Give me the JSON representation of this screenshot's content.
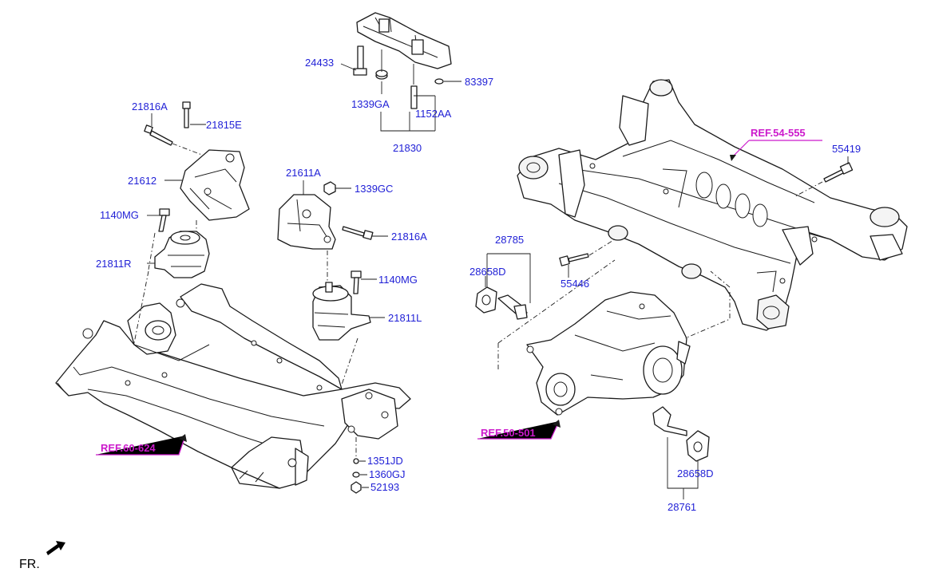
{
  "labels": {
    "p24433": "24433",
    "p1339ga": "1339GA",
    "p83397": "83397",
    "p1152aa": "1152AA",
    "p21830": "21830",
    "p21816a_top": "21816A",
    "p21815e": "21815E",
    "p21612": "21612",
    "p1140mg_left": "1140MG",
    "p21811r": "21811R",
    "p21611a": "21611A",
    "p1339gc": "1339GC",
    "p21816a_mid": "21816A",
    "p1140mg_mid": "1140MG",
    "p21811l": "21811L",
    "p1351jd": "1351JD",
    "p1360gj": "1360GJ",
    "p52193": "52193",
    "p55419": "55419",
    "p28785": "28785",
    "p28658d_top": "28658D",
    "p55446": "55446",
    "p28658d_bottom": "28658D",
    "p28761": "28761"
  },
  "refs": {
    "ref_front_subframe": "REF.60-624",
    "ref_diff": "REF.50-501",
    "ref_rear_subframe": "REF.54-555"
  },
  "fr_label": "FR.",
  "colors": {
    "part_number": "#1f1fd6",
    "reference": "#cc19cc",
    "line_art": "#1a1a1a"
  },
  "icons": {
    "front_direction": "arrow-icon"
  }
}
